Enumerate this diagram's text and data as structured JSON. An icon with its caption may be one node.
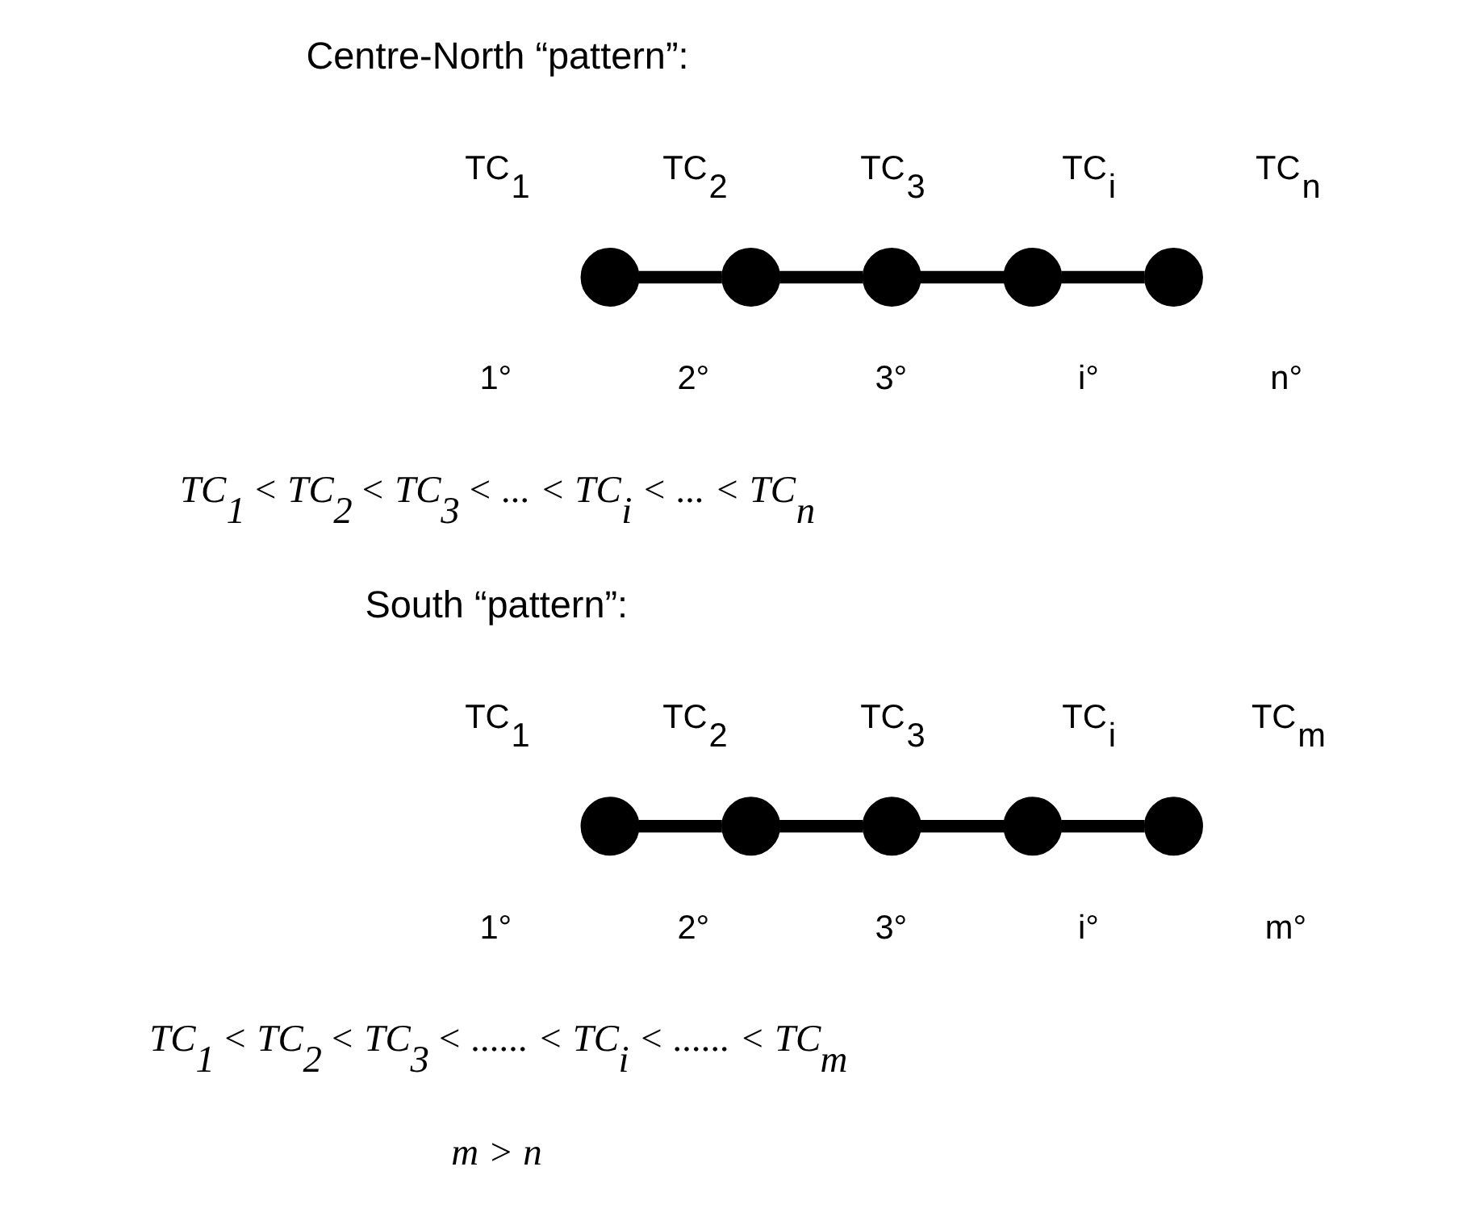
{
  "diagram": {
    "nodes": [
      {
        "text": [],
        "shape": "circle",
        "beside": [
          "TC$_{1}$",
          "1°"
        ]
      },
      {
        "text": [],
        "shape": "circle",
        "beside": [
          "TC$_{2}$",
          "2°"
        ]
      },
      {
        "text": [],
        "shape": "circle",
        "beside": [
          "TC$_{3}$",
          "3°"
        ]
      },
      {
        "text": [],
        "shape": "circle",
        "beside": [
          "TC$_{i}$",
          "i°"
        ]
      },
      {
        "text": [],
        "shape": "circle",
        "beside": [
          "TC$_{n}$",
          "n°"
        ]
      },
      {
        "text": [],
        "shape": "circle",
        "beside": [
          "TC$_{1}$",
          "1°"
        ]
      },
      {
        "text": [],
        "shape": "circle",
        "beside": [
          "TC$_{2}$",
          "2°"
        ]
      },
      {
        "text": [],
        "shape": "circle",
        "beside": [
          "TC$_{3}$",
          "3°"
        ]
      },
      {
        "text": [],
        "shape": "circle",
        "beside": [
          "TC$_{i}$",
          "i°"
        ]
      },
      {
        "text": [],
        "shape": "circle",
        "beside": [
          "TC$_{m}$",
          "m°"
        ]
      }
    ],
    "edges": [
      {
        "from": 0,
        "to": 1,
        "arrow": "none"
      },
      {
        "from": 1,
        "to": 2,
        "arrow": "none"
      },
      {
        "from": 2,
        "to": 3,
        "arrow": "none"
      },
      {
        "from": 3,
        "to": 4,
        "arrow": "none"
      },
      {
        "from": 5,
        "to": 6,
        "arrow": "none"
      },
      {
        "from": 6,
        "to": 7,
        "arrow": "none"
      },
      {
        "from": 7,
        "to": 8,
        "arrow": "none"
      },
      {
        "from": 8,
        "to": 9,
        "arrow": "none"
      }
    ],
    "labels": [
      "Centre-North “pattern”:",
      "TC$_{1}$ < TC$_{2}$ < TC$_{3}$ < ... < TC$_{i}$ < ... < TC$_{n}$",
      "South “pattern”:",
      "TC$_{1}$ < TC$_{2}$ < TC$_{3}$ < ...... < TC$_{i}$ < ...... < TC$_{m}$",
      "m > n"
    ]
  }
}
